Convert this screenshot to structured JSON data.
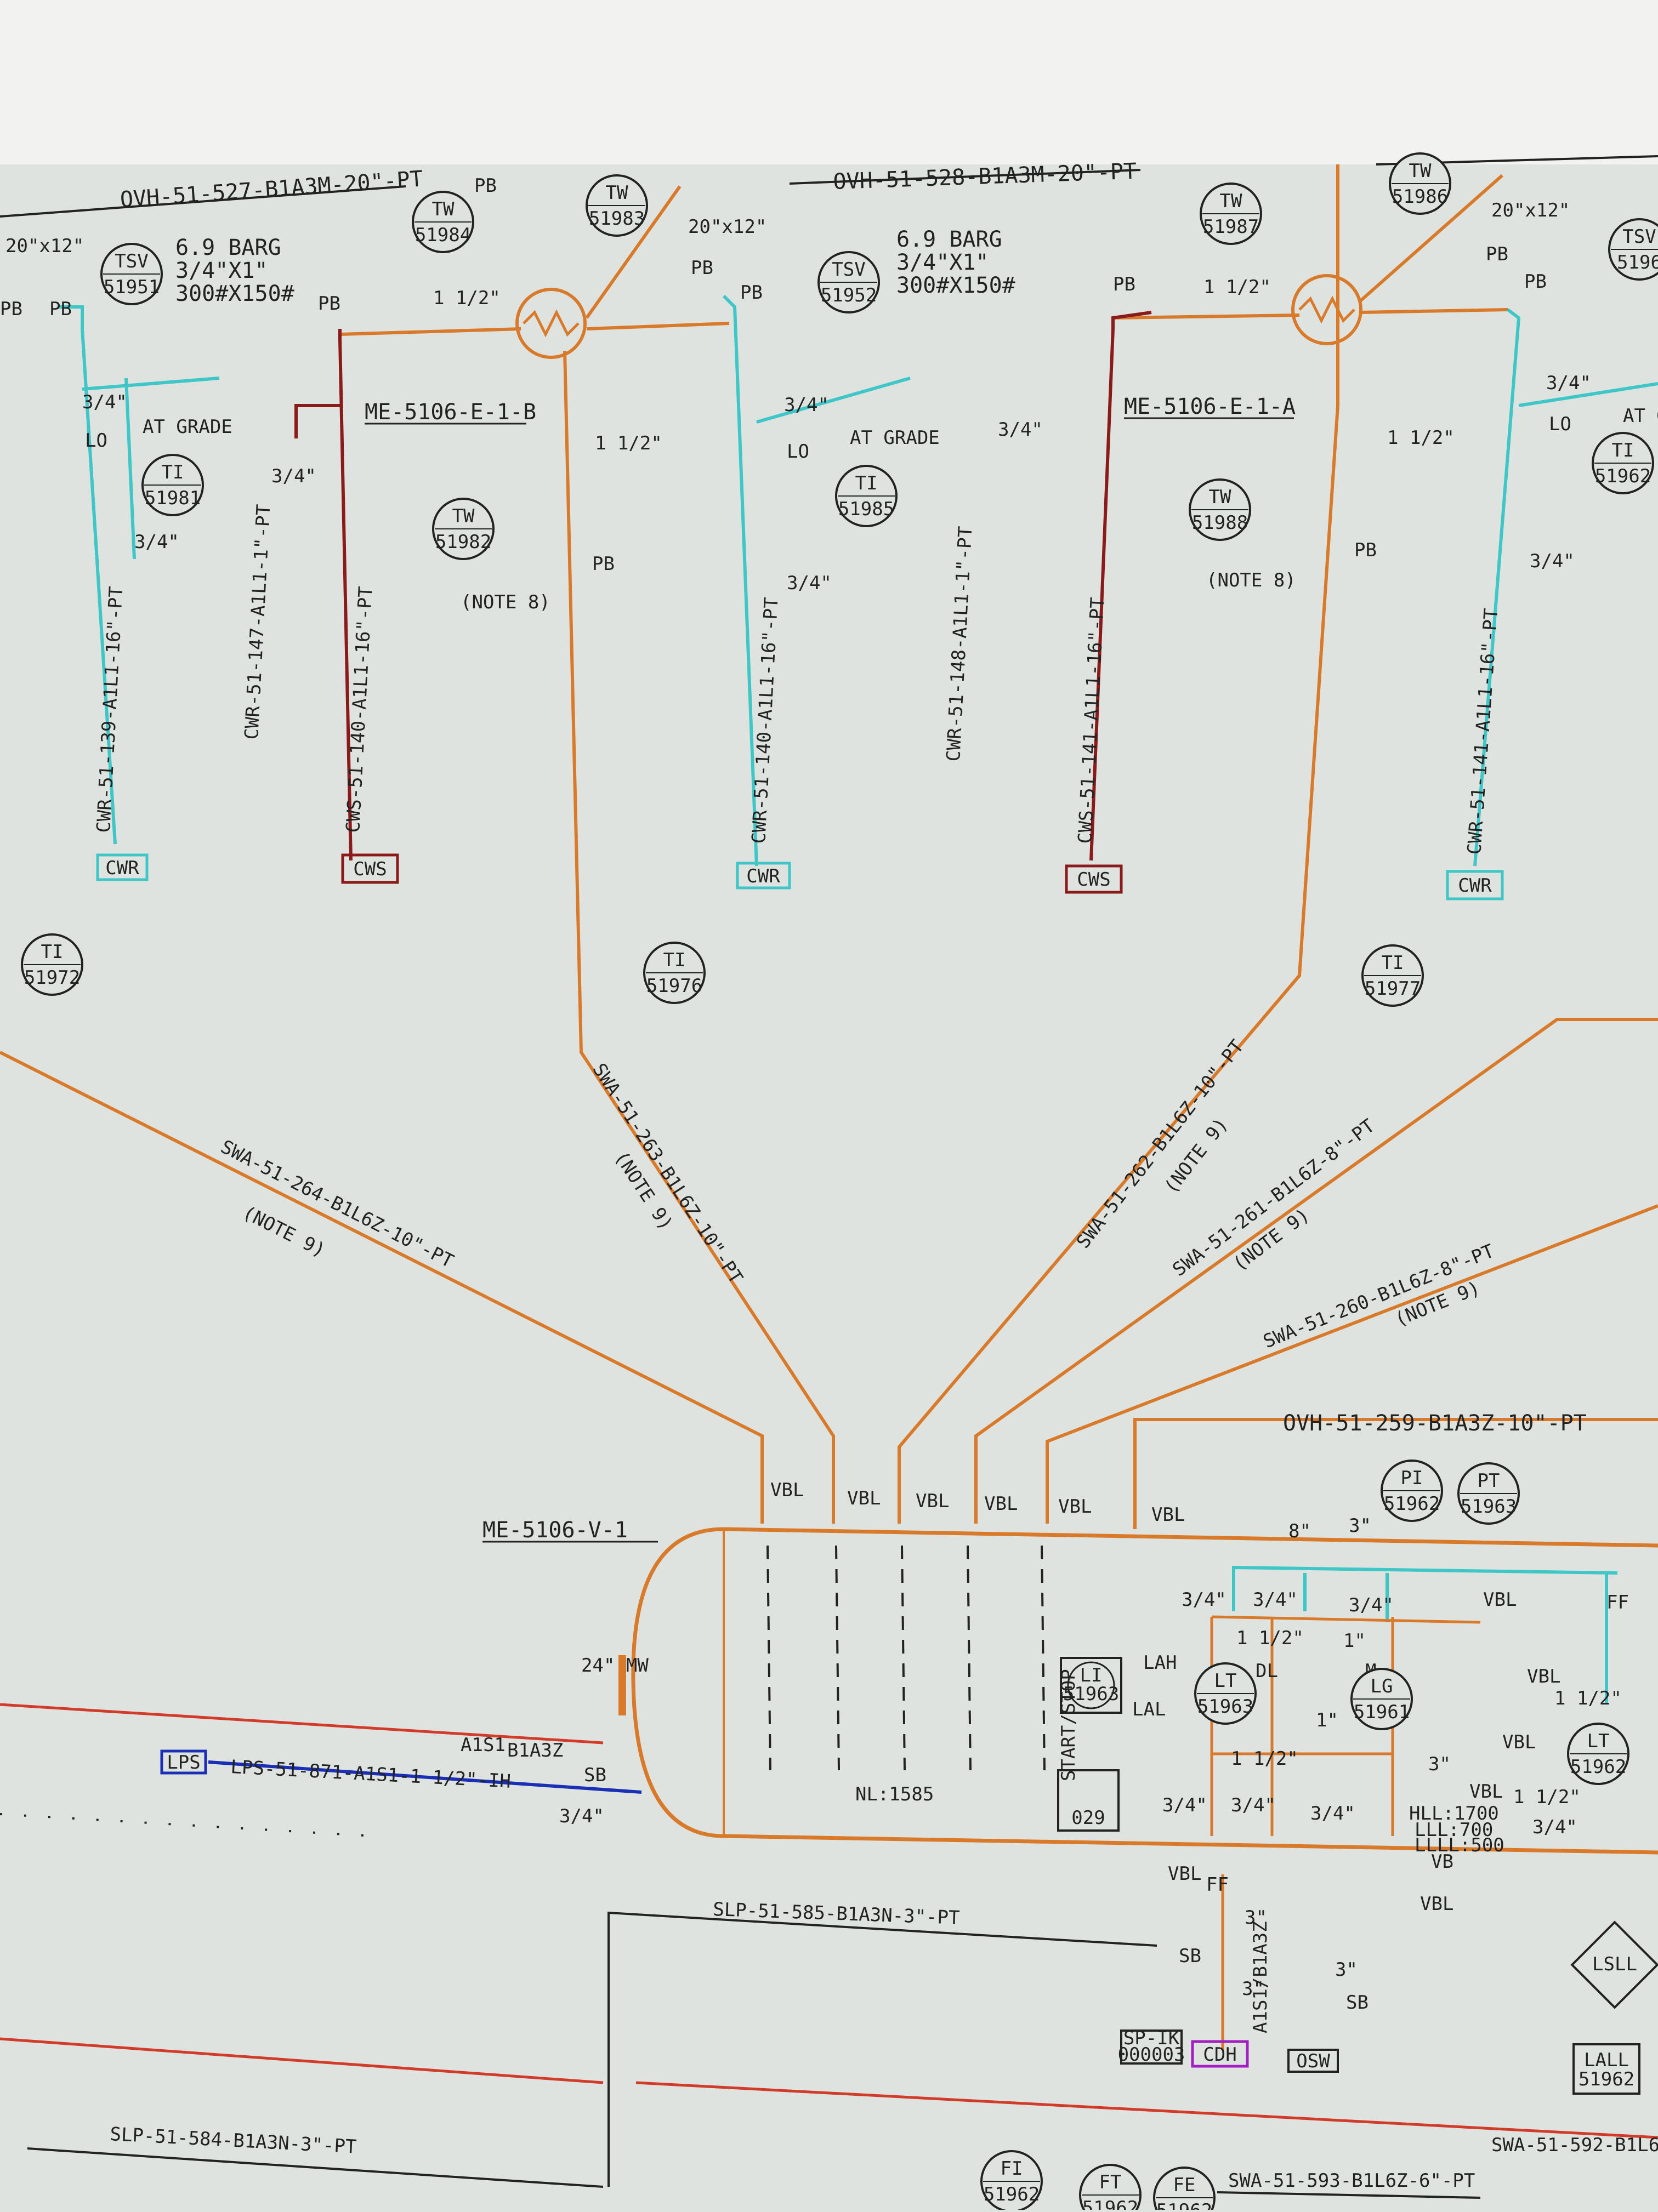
{
  "colors": {
    "background": "#dfe3e0",
    "process_line": "#d97a2b",
    "cooling_water_return": "#3fc6c6",
    "cooling_water_supply": "#8b1a1a",
    "steam_line": "#1a2fb5",
    "drain_line": "#a020c0",
    "ink": "#222222",
    "red_line": "#d23a2a"
  },
  "top_lines": [
    "OVH-51-527-B1A3M-20\"-PT",
    "OVH-51-528-B1A3M-20\"-PT"
  ],
  "exchangers": [
    {
      "tag": "ME-5106-E-1-B"
    },
    {
      "tag": "ME-5106-E-1-A"
    }
  ],
  "vessel": {
    "tag": "ME-5106-V-1",
    "nl": "NL:1585",
    "manway": "24\" MW"
  },
  "instruments": [
    {
      "type": "TW",
      "num": "51984"
    },
    {
      "type": "TW",
      "num": "51983"
    },
    {
      "type": "TSV",
      "num": "51951"
    },
    {
      "type": "TI",
      "num": "51981"
    },
    {
      "type": "TW",
      "num": "51982"
    },
    {
      "type": "TSV",
      "num": "51952"
    },
    {
      "type": "TI",
      "num": "51985"
    },
    {
      "type": "TW",
      "num": "51987"
    },
    {
      "type": "TW",
      "num": "51986"
    },
    {
      "type": "TW",
      "num": "51988"
    },
    {
      "type": "TSV",
      "num": "5196"
    },
    {
      "type": "TI",
      "num": "51962"
    },
    {
      "type": "TI",
      "num": "51972"
    },
    {
      "type": "TI",
      "num": "51976"
    },
    {
      "type": "TI",
      "num": "51977"
    },
    {
      "type": "PI",
      "num": "51962"
    },
    {
      "type": "PT",
      "num": "51963"
    },
    {
      "type": "LT",
      "num": "51963"
    },
    {
      "type": "LG",
      "num": "51961"
    },
    {
      "type": "LT",
      "num": "51962"
    },
    {
      "type": "LI",
      "num": "51963"
    },
    {
      "type": "FI",
      "num": "51962"
    },
    {
      "type": "FT",
      "num": "51962"
    },
    {
      "type": "FE",
      "num": "51962"
    }
  ],
  "tsv_specs": [
    {
      "pressure": "6.9 BARG",
      "size": "3/4\"X1\"",
      "rating": "300#X150#"
    },
    {
      "pressure": "6.9 BARG",
      "size": "3/4\"X1\"",
      "rating": "300#X150#"
    }
  ],
  "line_labels": {
    "cwr_139": "CWR-51-139-A1L1-16\"-PT",
    "cwr_147": "CWR-51-147-A1L1-1\"-PT",
    "cws_140": "CWS-51-140-A1L1-16\"-PT",
    "cwr_140": "CWR-51-140-A1L1-16\"-PT",
    "cwr_148": "CWR-51-148-A1L1-1\"-PT",
    "cws_141": "CWS-51-141-A1L1-16\"-PT",
    "cwr_141": "CWR-51-141-A1L1-16\"-PT",
    "swa_264": "SWA-51-264-B1L6Z-10\"-PT",
    "swa_263": "SWA-51-263-B1L6Z-10\"-PT",
    "swa_262": "SWA-51-262-B1L6Z-10\"-PT",
    "swa_261": "SWA-51-261-B1L6Z-8\"-PT",
    "swa_260": "SWA-51-260-B1L6Z-8\"-PT",
    "ovh_259": "OVH-51-259-B1A3Z-10\"-PT",
    "lps_871": "LPS-51-871-A1S1-1 1/2\"-IH",
    "slp_585": "SLP-51-585-B1A3N-3\"-PT",
    "slp_584": "SLP-51-584-B1A3N-3\"-PT",
    "swa_593": "SWA-51-593-B1L6Z-6\"-PT",
    "swa_592": "SWA-51-592-B1L6"
  },
  "terminals": {
    "cwr": "CWR",
    "cws": "CWS",
    "lps": "LPS",
    "cdh": "CDH",
    "osw": "OSW",
    "sp_ik": "SP-IK",
    "sp_num": "000003"
  },
  "notes": {
    "note8": "(NOTE 8)",
    "note9": "(NOTE 9)"
  },
  "labels": {
    "pb": "PB",
    "vbl": "VBL",
    "sb": "SB",
    "vb": "VB",
    "lo": "LO",
    "at_grade": "AT GRADE",
    "size_20x12": "20\"x12\"",
    "size_1_5": "1 1/2\"",
    "size_3_4": "3/4\"",
    "size_3": "3\"",
    "size_8": "8\"",
    "size_1": "1\"",
    "ff": "FF",
    "lah": "LAH",
    "lal": "LAL",
    "dl": "DL",
    "m": "M",
    "hll": "HLL:1700",
    "lll": "LLL:700",
    "llll": "LLLL:500",
    "a1s1": "A1S1",
    "b1a3z": "B1A3Z",
    "start_stop": "START/STOP",
    "hs_num": "029",
    "lsll": "LSLL",
    "lall": "LALL",
    "lall_num": "51962",
    "a1s1_b1a3z": "A1S1/B1A3Z"
  }
}
